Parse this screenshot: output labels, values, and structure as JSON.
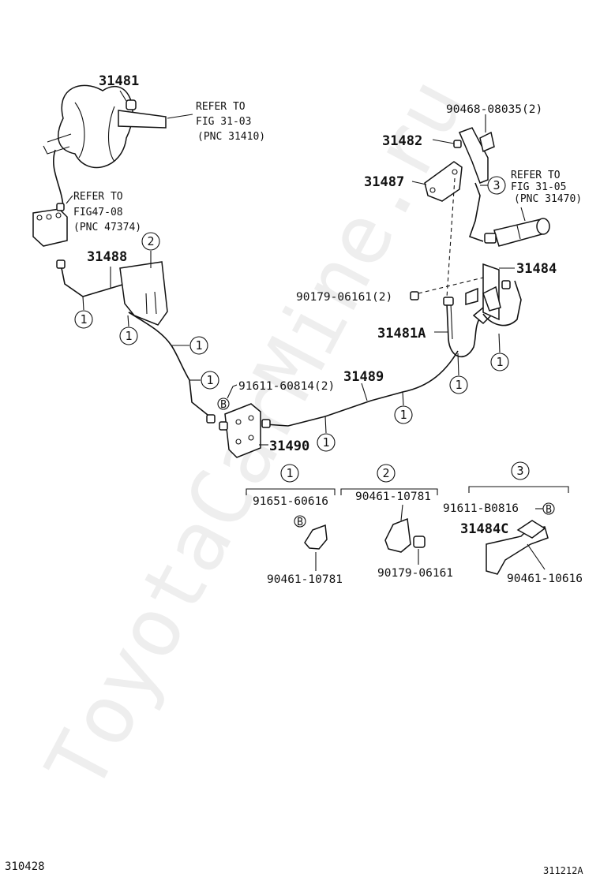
{
  "watermark": "ToyotaCarMine.ru",
  "footer": {
    "left": "310428",
    "right": "311212A"
  },
  "labels": {
    "p31481": "31481",
    "refer_1_a": "REFER TO",
    "refer_1_b": "FIG 31-03",
    "refer_1_c": "(PNC 31410)",
    "refer_2_a": "REFER TO",
    "refer_2_b": "FIG47-08",
    "refer_2_c": "(PNC 47374)",
    "p31488": "31488",
    "p90468": "90468-08035(2)",
    "p31482": "31482",
    "p31487": "31487",
    "refer_3_a": "REFER TO",
    "refer_3_b": "FIG 31-05",
    "refer_3_c": "(PNC 31470)",
    "p31484": "31484",
    "p90179_2": "90179-06161(2)",
    "p31481A": "31481A",
    "p31489": "31489",
    "p91611_2": "91611-60814(2)",
    "p31490": "31490",
    "g1_a": "91651-60616",
    "g1_b": "90461-10781",
    "g2_a": "90461-10781",
    "g2_b": "90179-06161",
    "g3_a": "91611-B0816",
    "g3_b": "31484C",
    "g3_c": "90461-10616"
  },
  "callouts": {
    "one": "1",
    "two": "2",
    "three": "3",
    "bolt": "B"
  }
}
